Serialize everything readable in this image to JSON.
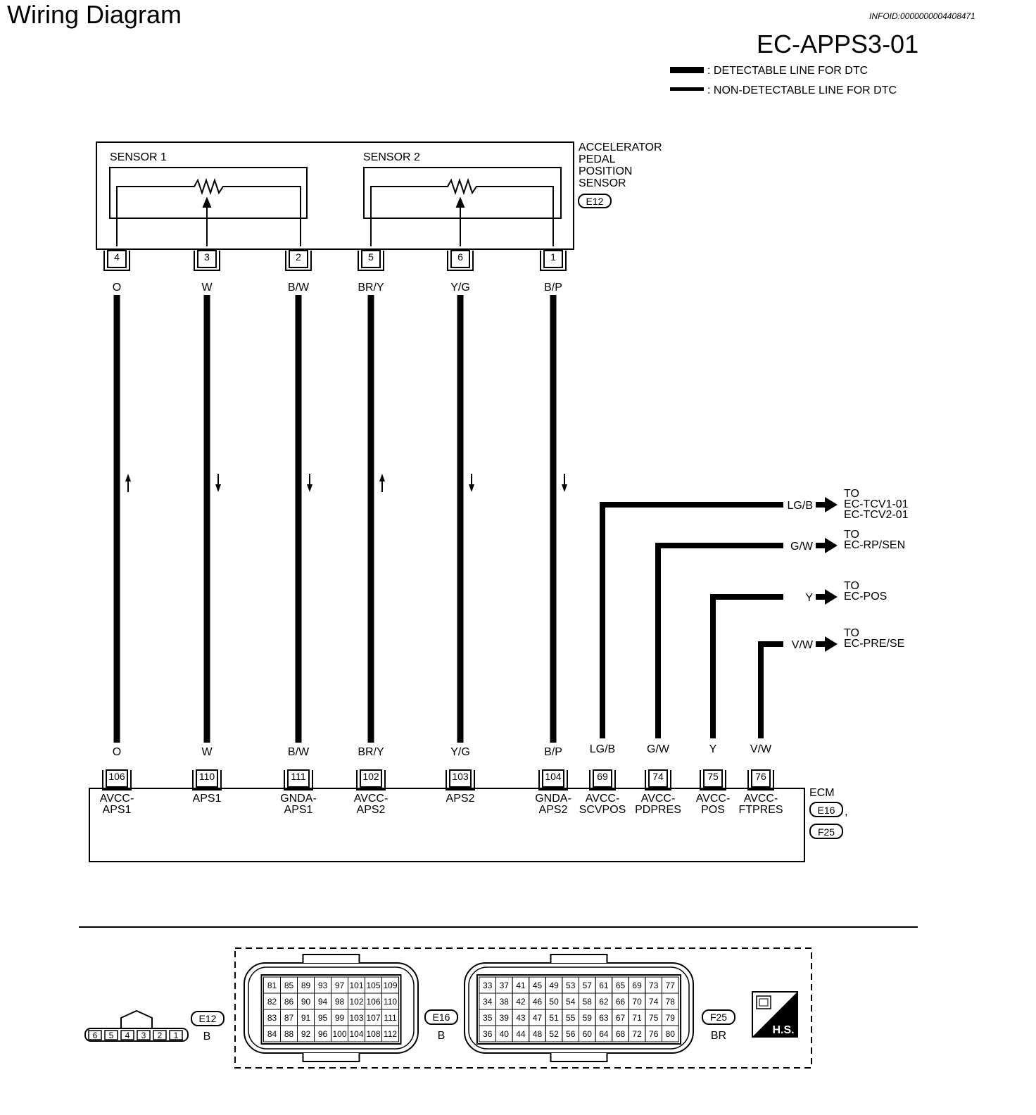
{
  "page_title": "Wiring Diagram",
  "info_id": "INFOID:0000000004408471",
  "diagram_code": "EC-APPS3-01",
  "legend": {
    "detectable": ": DETECTABLE LINE FOR DTC",
    "non_detectable": ": NON-DETECTABLE LINE FOR DTC"
  },
  "sensor": {
    "name_lines": [
      "ACCELERATOR",
      "PEDAL",
      "POSITION",
      "SENSOR"
    ],
    "connector": "E12",
    "sensor1": "SENSOR 1",
    "sensor2": "SENSOR 2"
  },
  "wires": [
    {
      "sensor_pin": "4",
      "color": "O",
      "ecm_pin": "106",
      "ecm_label": [
        "AVCC-",
        "APS1"
      ],
      "flow": "up"
    },
    {
      "sensor_pin": "3",
      "color": "W",
      "ecm_pin": "110",
      "ecm_label": [
        "APS1"
      ],
      "flow": "down"
    },
    {
      "sensor_pin": "2",
      "color": "B/W",
      "ecm_pin": "111",
      "ecm_label": [
        "GNDA-",
        "APS1"
      ],
      "flow": "down"
    },
    {
      "sensor_pin": "5",
      "color": "BR/Y",
      "ecm_pin": "102",
      "ecm_label": [
        "AVCC-",
        "APS2"
      ],
      "flow": "up"
    },
    {
      "sensor_pin": "6",
      "color": "Y/G",
      "ecm_pin": "103",
      "ecm_label": [
        "APS2"
      ],
      "flow": "down"
    },
    {
      "sensor_pin": "1",
      "color": "B/P",
      "ecm_pin": "104",
      "ecm_label": [
        "GNDA-",
        "APS2"
      ],
      "flow": "down"
    }
  ],
  "branches": [
    {
      "color": "LG/B",
      "ecm_pin": "69",
      "ecm_label": [
        "AVCC-",
        "SCVPOS"
      ],
      "to": [
        "TO",
        "EC-TCV1-01",
        "EC-TCV2-01"
      ]
    },
    {
      "color": "G/W",
      "ecm_pin": "74",
      "ecm_label": [
        "AVCC-",
        "PDPRES"
      ],
      "to": [
        "TO",
        "EC-RP/SEN"
      ]
    },
    {
      "color": "Y",
      "ecm_pin": "75",
      "ecm_label": [
        "AVCC-",
        "POS"
      ],
      "to": [
        "TO",
        "EC-POS"
      ]
    },
    {
      "color": "V/W",
      "ecm_pin": "76",
      "ecm_label": [
        "AVCC-",
        "FTPRES"
      ],
      "to": [
        "TO",
        "EC-PRE/SE"
      ]
    }
  ],
  "ecm": {
    "name": "ECM",
    "connectors": [
      "E16",
      "F25"
    ],
    "comma": ","
  },
  "connector_views": {
    "e12": {
      "id": "E12",
      "color": "B",
      "pins": [
        "6",
        "5",
        "4",
        "3",
        "2",
        "1"
      ]
    },
    "e16": {
      "id": "E16",
      "color": "B",
      "rows": [
        [
          "81",
          "85",
          "89",
          "93",
          "97",
          "101",
          "105",
          "109"
        ],
        [
          "82",
          "86",
          "90",
          "94",
          "98",
          "102",
          "106",
          "110"
        ],
        [
          "83",
          "87",
          "91",
          "95",
          "99",
          "103",
          "107",
          "111"
        ],
        [
          "84",
          "88",
          "92",
          "96",
          "100",
          "104",
          "108",
          "112"
        ]
      ]
    },
    "f25": {
      "id": "F25",
      "color": "BR",
      "rows": [
        [
          "33",
          "37",
          "41",
          "45",
          "49",
          "53",
          "57",
          "61",
          "65",
          "69",
          "73",
          "77"
        ],
        [
          "34",
          "38",
          "42",
          "46",
          "50",
          "54",
          "58",
          "62",
          "66",
          "70",
          "74",
          "78"
        ],
        [
          "35",
          "39",
          "43",
          "47",
          "51",
          "55",
          "59",
          "63",
          "67",
          "71",
          "75",
          "79"
        ],
        [
          "36",
          "40",
          "44",
          "48",
          "52",
          "56",
          "60",
          "64",
          "68",
          "72",
          "76",
          "80"
        ]
      ]
    },
    "hs_label": "H.S."
  }
}
